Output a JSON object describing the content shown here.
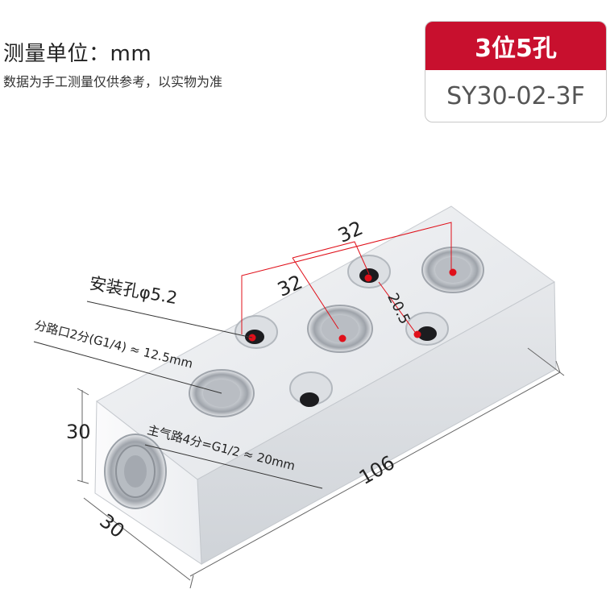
{
  "header": {
    "unit": "测量单位：mm",
    "note": "数据为手工测量仅供参考，以实物为准"
  },
  "badge": {
    "title": "3位5孔",
    "model": "SY30-02-3F",
    "color": "#c8102e"
  },
  "dimensions": {
    "pitch_outer": "32",
    "pitch_inner": "32",
    "hole_offset": "20.5",
    "length": "106",
    "height": "30",
    "width": "30"
  },
  "annotations": {
    "mount_hole": "安装孔φ5.2",
    "branch_port": "分路口2分(G1/4) ≈ 12.5mm",
    "main_port": "主气路4分=G1/2 ≈ 20mm"
  },
  "colors": {
    "marker": "#e0101a",
    "body_top": "#eef0f3",
    "body_front": "#f6f7f9"
  }
}
